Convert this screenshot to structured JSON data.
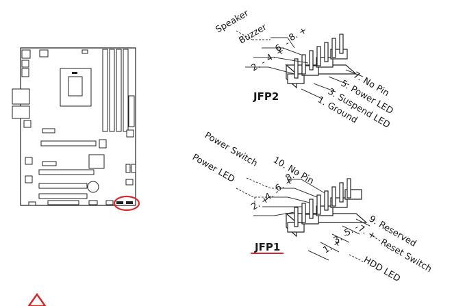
{
  "jfp2": {
    "title": "JFP2",
    "groups": {
      "speaker": "Speaker",
      "buzzer": "Buzzer"
    },
    "pins_left": [
      "8. +",
      "6. -",
      "4. +",
      "2. -"
    ],
    "pins_right": [
      "7. No Pin",
      "5. Power LED",
      "3. Suspend LED",
      "1. Ground"
    ]
  },
  "jfp1": {
    "title": "JFP1",
    "groups": {
      "power_switch": "Power Switch",
      "power_led": "Power LED"
    },
    "pins_left": [
      "10. No Pin",
      "8. -",
      "6. +",
      "4. -",
      "2. +"
    ],
    "pins_right": [
      "9. Reserved",
      "7. +",
      "5. -",
      "3. -",
      "1. +"
    ],
    "groups_right": {
      "reset_switch": "Reset Switch",
      "hdd_led": "HDD LED"
    }
  },
  "colors": {
    "highlight": "#d9262c",
    "ink": "#222222"
  },
  "icons": {
    "warning": "warning-triangle-icon"
  }
}
